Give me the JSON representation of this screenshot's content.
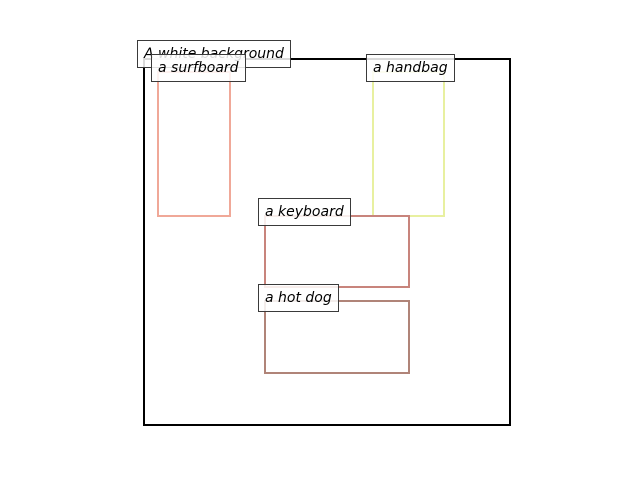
{
  "frame": {
    "label": "A white background"
  },
  "boxes": [
    {
      "id": "surfboard",
      "label": "a surfboard",
      "color": "#f0a898"
    },
    {
      "id": "handbag",
      "label": "a handbag",
      "color": "#e8f0a0"
    },
    {
      "id": "keyboard",
      "label": "a keyboard",
      "color": "#c8847c"
    },
    {
      "id": "hotdog",
      "label": "a hot dog",
      "color": "#b08478"
    }
  ]
}
